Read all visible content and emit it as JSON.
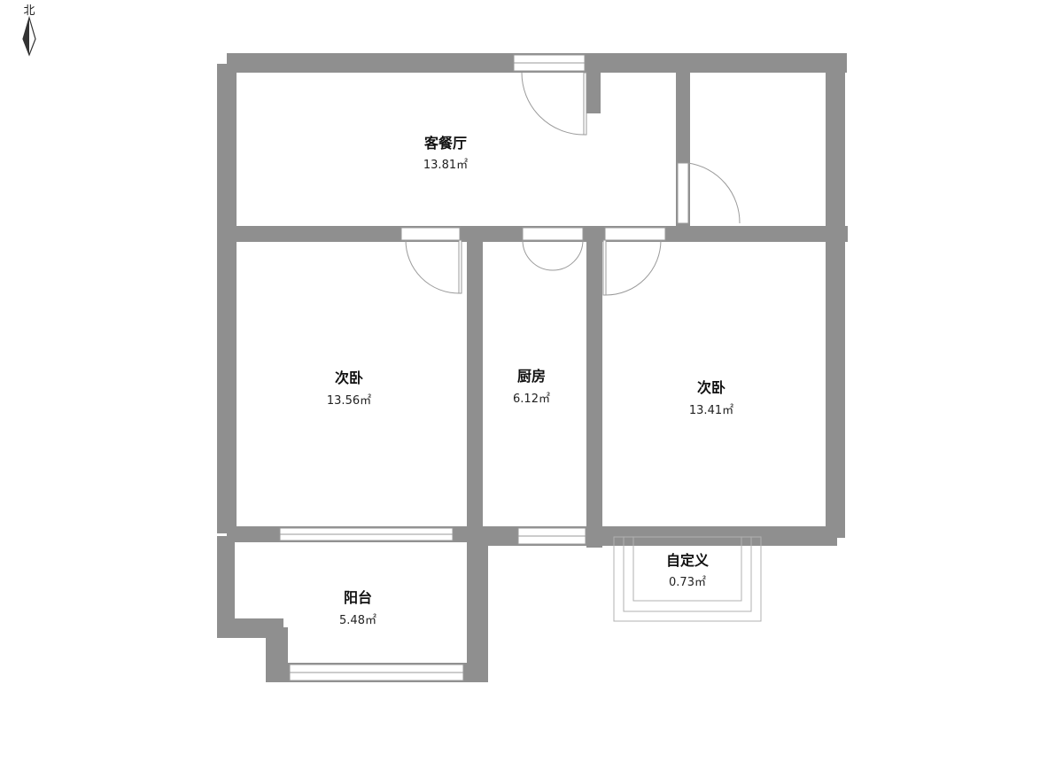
{
  "compass": {
    "label": "北",
    "icon": "north-arrow-icon"
  },
  "rooms": [
    {
      "id": "living-dining",
      "name": "客餐厅",
      "area": "13.81㎡"
    },
    {
      "id": "bedroom-left",
      "name": "次卧",
      "area": "13.56㎡"
    },
    {
      "id": "kitchen",
      "name": "厨房",
      "area": "6.12㎡"
    },
    {
      "id": "bedroom-right",
      "name": "次卧",
      "area": "13.41㎡"
    },
    {
      "id": "balcony",
      "name": "阳台",
      "area": "5.48㎡"
    },
    {
      "id": "custom",
      "name": "自定义",
      "area": "0.73㎡"
    }
  ],
  "colors": {
    "wall": "#8f8f8f",
    "background": "#ffffff",
    "text": "#111111"
  }
}
